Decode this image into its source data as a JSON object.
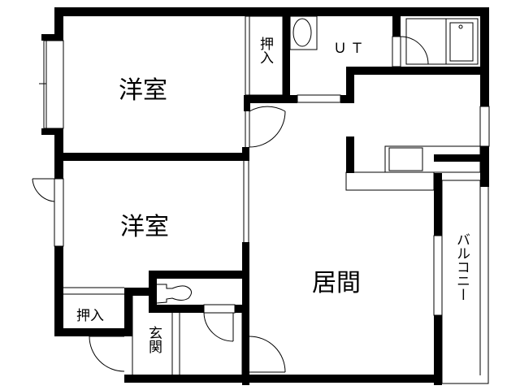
{
  "plan": {
    "type": "apartment floor plan",
    "layout": "2LDK",
    "colors": {
      "wall": "#000000",
      "background": "#ffffff",
      "line": "#000000"
    }
  },
  "rooms": {
    "western_room_1": {
      "label": "洋室"
    },
    "western_room_2": {
      "label": "洋室"
    },
    "living_room": {
      "label": "居間"
    },
    "closet_1": {
      "label": "押入"
    },
    "closet_2": {
      "label": "押入"
    },
    "utility": {
      "label": "ＵＴ"
    },
    "entrance": {
      "label": "玄関"
    },
    "balcony": {
      "label": "バルコニー"
    }
  },
  "fixtures": [
    "washbasin",
    "bathtub",
    "toilet",
    "kitchen-sink"
  ]
}
